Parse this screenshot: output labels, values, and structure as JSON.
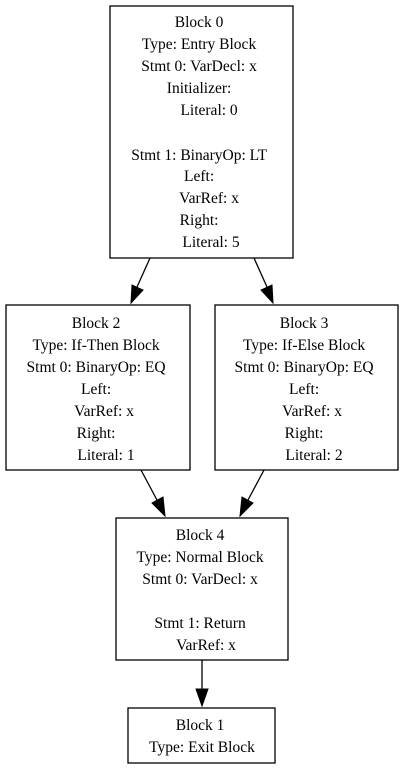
{
  "blocks": {
    "b0": {
      "lines": [
        "Block 0",
        "Type: Entry Block",
        "Stmt 0: VarDecl: x",
        "Initializer:",
        "Literal: 0",
        "",
        "Stmt 1: BinaryOp: LT",
        "Left:",
        "VarRef: x",
        "Right:",
        "Literal: 5"
      ]
    },
    "b2": {
      "lines": [
        "Block 2",
        "Type: If-Then Block",
        "Stmt 0: BinaryOp: EQ",
        "Left:",
        "VarRef: x",
        "Right:",
        "Literal: 1"
      ]
    },
    "b3": {
      "lines": [
        "Block 3",
        "Type: If-Else Block",
        "Stmt 0: BinaryOp: EQ",
        "Left:",
        "VarRef: x",
        "Right:",
        "Literal: 2"
      ]
    },
    "b4": {
      "lines": [
        "Block 4",
        "Type: Normal Block",
        "Stmt 0: VarDecl: x",
        "",
        "Stmt 1: Return",
        "VarRef: x"
      ]
    },
    "b1": {
      "lines": [
        "Block 1",
        "Type: Exit Block"
      ]
    }
  },
  "edges": [
    {
      "from": "Block 0",
      "to": "Block 2"
    },
    {
      "from": "Block 0",
      "to": "Block 3"
    },
    {
      "from": "Block 2",
      "to": "Block 4"
    },
    {
      "from": "Block 3",
      "to": "Block 4"
    },
    {
      "from": "Block 4",
      "to": "Block 1"
    }
  ]
}
